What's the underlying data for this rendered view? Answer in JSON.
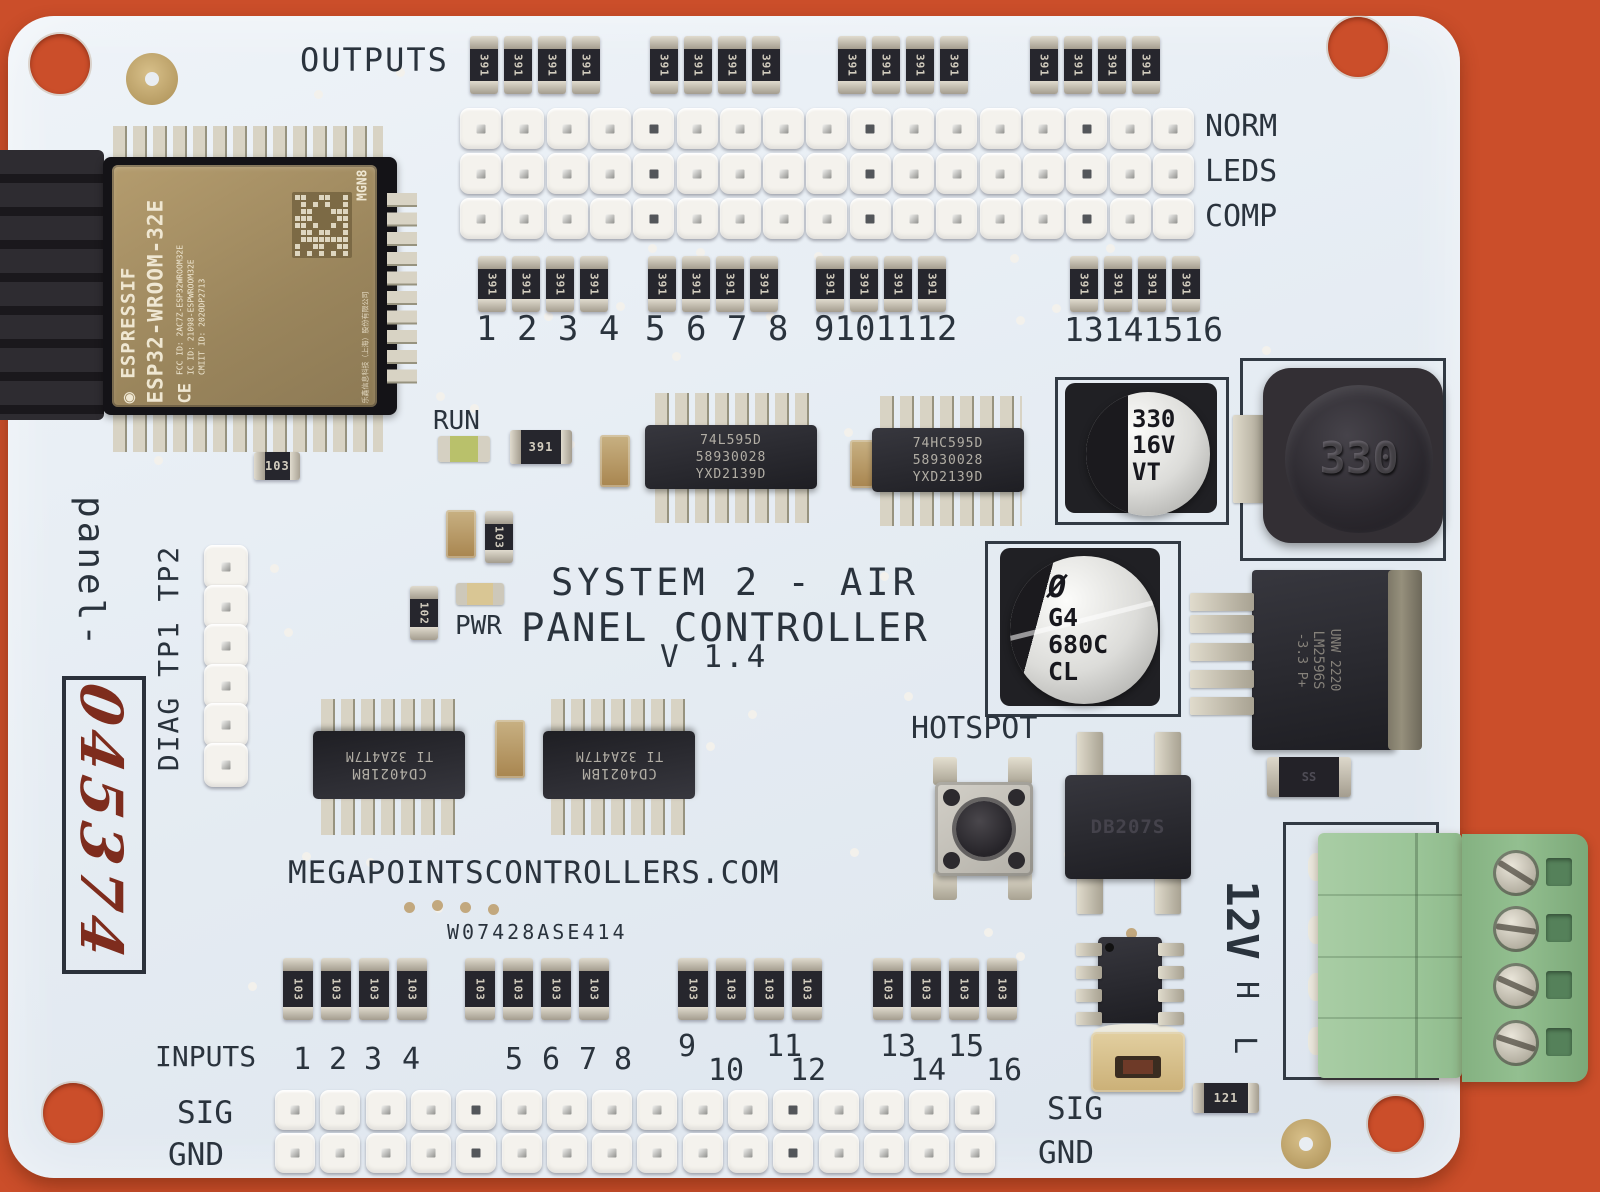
{
  "colors": {
    "background": "#cb4e2a",
    "board": "#e9eef4",
    "silkscreen": "#2a333d",
    "terminal_green": "#9ac497",
    "handwriting": "#7e2c1d"
  },
  "esp32": {
    "brand": "ESPRESSIF",
    "model": "ESP32-WROOM-32E",
    "fcc_id": "FCC ID: 2AC7Z-ESP32WROOM32E",
    "ic_id": "IC ID: 21098-ESPWROOM32E",
    "cmiit_id": "CMIIT ID: 2020DP2713",
    "maker_cn": "乐鑫信息科技（上海）股份有限公司",
    "pkg_code": "MGN8",
    "ce_mark": "CE"
  },
  "outputs": {
    "label": "OUTPUTS",
    "resistor_marking": "391",
    "header_rows": [
      "NORM",
      "LEDS",
      "COMP"
    ],
    "number_groups": [
      "1 2 3 4",
      "5 6 7 8",
      "9101112",
      "13141516"
    ]
  },
  "leds": {
    "run": "RUN",
    "pwr": "PWR"
  },
  "title": {
    "line1": "SYSTEM 2 - AIR",
    "line2": "PANEL CONTROLLER",
    "line3": "V 1.4"
  },
  "website": "MEGAPOINTSCONTROLLERS.COM",
  "serial": "W07428ASE414",
  "ics": {
    "shift_register_1": {
      "line1": "74L595D",
      "line2": "58930028",
      "line3": "YXD2139D"
    },
    "shift_register_2": {
      "line1": "74HC595D",
      "line2": "58930028",
      "line3": "YXD2139D"
    },
    "input_register": {
      "line1": "CD4021BM",
      "line2": "TI 32A4T7M"
    },
    "bridge_rectifier": "DB207S",
    "regulator": {
      "line1": "UNW 2220",
      "line2": "LM2596S",
      "line3": "-3.3 P+"
    }
  },
  "capacitors": {
    "bulk_output": {
      "value": "330",
      "voltage": "16V",
      "series": "VT"
    },
    "bulk_input": {
      "polarity": "Ø",
      "lot": "G4",
      "value": "680C",
      "series": "CL"
    }
  },
  "inductor_value": "330",
  "hotspot_label": "HOTSPOT",
  "inputs": {
    "label": "INPUTS",
    "resistor_marking": "103",
    "numbers": [
      "1",
      "2",
      "3",
      "4",
      "5",
      "6",
      "7",
      "8",
      "9",
      "10",
      "11",
      "12",
      "13",
      "14",
      "15",
      "16"
    ],
    "sig": "SIG",
    "gnd": "GND"
  },
  "power": {
    "label_12v": "12V",
    "high": "H",
    "low": "L",
    "resistor_marking": "121"
  },
  "panel_id": {
    "prefix": "panel-",
    "serial_handwritten": "045374"
  },
  "diag_label": "DIAG TP1 TP2",
  "misc_markings": {
    "r103": "103",
    "r102": "102",
    "r391": "391",
    "diode": "SS"
  }
}
